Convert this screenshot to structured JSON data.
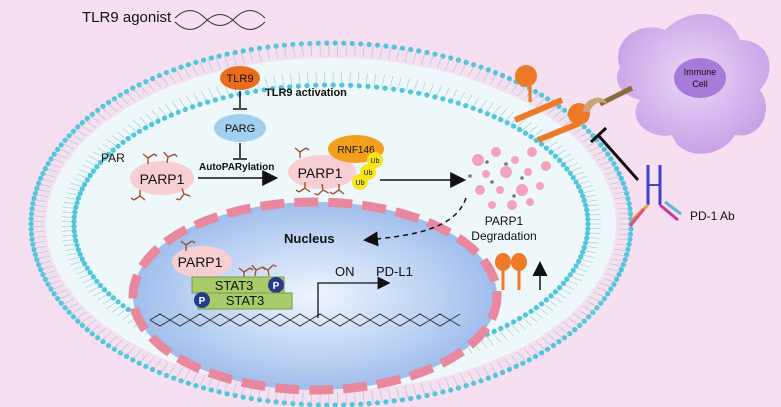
{
  "title": "TLR9 agonist",
  "labels": {
    "tlr9": "TLR9",
    "tlr9_activation": "TLR9 activation",
    "parg": "PARG",
    "autoparylation": "AutoPARylation",
    "par": "PAR",
    "parp1_left": "PARP1",
    "parp1_modified": "PARP1",
    "rnf146": "RNF146",
    "ub": "Ub",
    "degradation_line1": "PARP1",
    "degradation_line2": "Degradation",
    "nucleus": "Nucleus",
    "parp1_nucleus": "PARP1",
    "stat3": "STAT3",
    "phospho": "P",
    "on": "ON",
    "pdl1": "PD-L1",
    "immune_cell_line1": "Immune",
    "immune_cell_line2": "Cell",
    "pd1_ab": "PD-1 Ab"
  },
  "colors": {
    "background": "#f6dff0",
    "cell_fill": "#eef8fa",
    "membrane_bead": "#4fc6dc",
    "nucleus_fill": "#8fb6ea",
    "nucleus_border": "#e8879e",
    "tlr9": "#ec6c1e",
    "parg": "#9fd1ef",
    "parp1": "#f7cfd2",
    "rnf146": "#f2a01c",
    "ub": "#f7e51e",
    "stat3": "#a9cc6b",
    "phospho": "#253c8d",
    "pdl1_receptor": "#ee7a27",
    "immune_cell": "#c39be6",
    "antibody_heavy": "#3f3fd0"
  }
}
